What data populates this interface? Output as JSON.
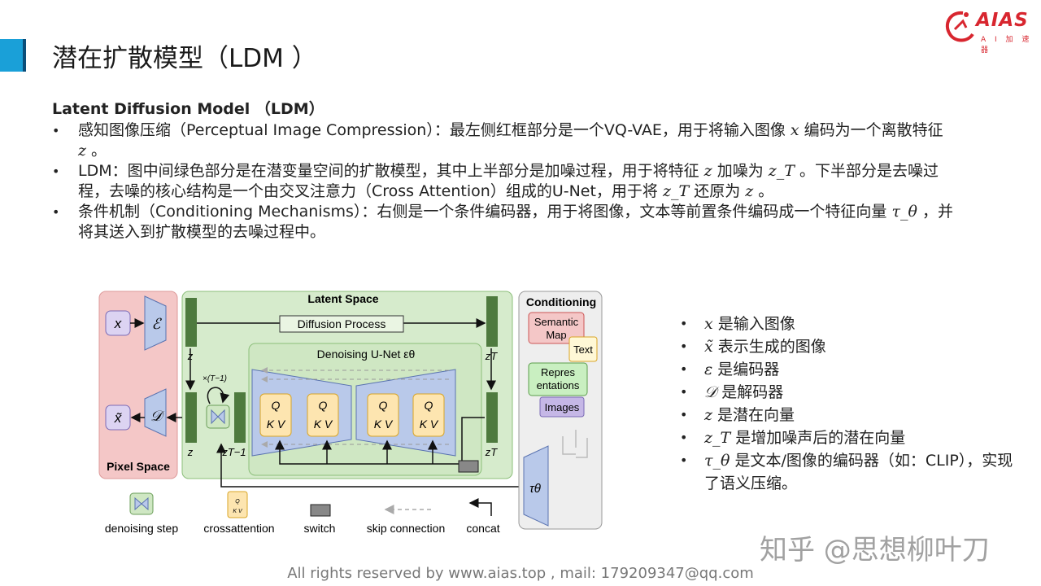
{
  "title": "潜在扩散模型（LDM ）",
  "logo": {
    "name": "AIAS",
    "subtitle": "A I 加 速 器"
  },
  "content": {
    "subtitle": "Latent Diffusion Model （LDM）",
    "bullets": [
      {
        "parts": [
          "感知图像压缩（Perceptual Image Compression）：最左侧红框部分是一个VQ-VAE，用于将输入图像 ",
          "x",
          " 编码为一个离散特征 ",
          "z",
          " 。"
        ]
      },
      {
        "parts": [
          "LDM：图中间绿色部分是在潜变量空间的扩散模型，其中上半部分是加噪过程，用于将特征 ",
          "z",
          " 加噪为 ",
          "z_T",
          " 。下半部分是去噪过程，去噪的核心结构是一个由交叉注意力（Cross Attention）组成的U-Net，用于将 ",
          "z_T",
          " 还原为 ",
          "z",
          " 。"
        ]
      },
      {
        "parts": [
          "条件机制（Conditioning Mechanisms）：右侧是一个条件编码器，用于将图像，文本等前置条件编码成一个特征向量 ",
          "τ_θ",
          " ，并将其送入到扩散模型的去噪过程中。"
        ]
      }
    ]
  },
  "figure": {
    "pixel_space": "Pixel Space",
    "latent_space": "Latent Space",
    "conditioning": "Conditioning",
    "diffusion_process": "Diffusion Process",
    "denoising_unet": "Denoising U-Net εθ",
    "x": "x",
    "x_tilde": "x̃",
    "encoder": "ℰ",
    "decoder": "𝒟",
    "z": "z",
    "z_T": "zT",
    "z_T_minus_1": "zT−1",
    "times": "×(T−1)",
    "q": "Q",
    "kv": "K V",
    "tau": "τθ",
    "cond_semantic_map": [
      "Semantic",
      "Map"
    ],
    "cond_text": "Text",
    "cond_representations": [
      "Repres",
      "entations"
    ],
    "cond_images": "Images",
    "legend_denoising": "denoising step",
    "legend_crossattention": "crossattention",
    "legend_switch": "switch",
    "legend_skip": "skip connection",
    "legend_concat": "concat"
  },
  "legend": [
    {
      "sym": "x",
      "text": " 是输入图像"
    },
    {
      "sym": "x̃",
      "text": " 表示生成的图像"
    },
    {
      "sym": "ε",
      "text": " 是编码器"
    },
    {
      "sym": "𝒟",
      "text": " 是解码器"
    },
    {
      "sym": "z",
      "text": "  是潜在向量"
    },
    {
      "sym": "z_T",
      "text": " 是增加噪声后的潜在向量"
    },
    {
      "sym": "τ_θ",
      "text": " 是文本/图像的编码器（如：CLIP），实现了语义压缩。"
    }
  ],
  "watermark": "知乎 @思想柳叶刀",
  "footer": "All rights reserved by www.aias.top , mail: 179209347@qq.com",
  "colors": {
    "accent": "#1aa0d8",
    "pixel_space": "#f4c7c7",
    "latent_space": "#d6ebcc",
    "unet": "#b9c9ea",
    "attention": "#fde5b0",
    "logo": "#d8262f"
  }
}
